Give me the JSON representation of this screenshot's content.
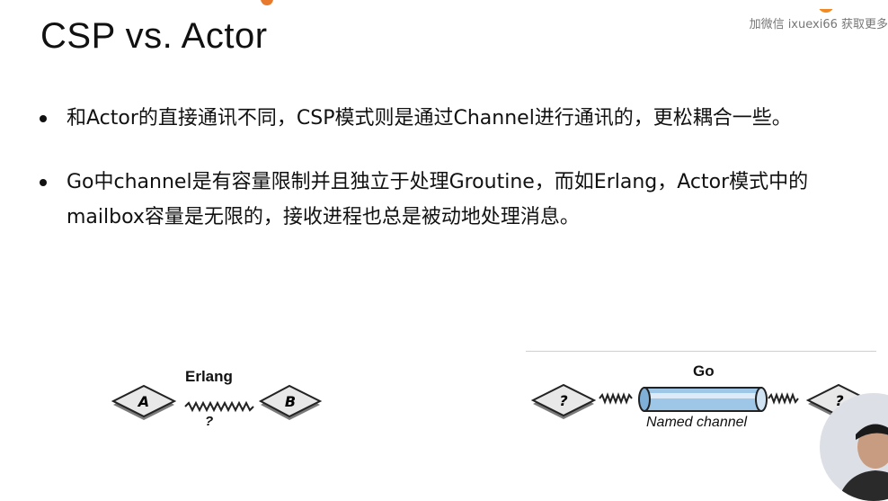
{
  "slide": {
    "title": "CSP vs. Actor",
    "watermark": "加微信 ixuexi66 获取更多",
    "bullets": [
      "和Actor的直接通讯不同，CSP模式则是通过Channel进行通讯的，更松耦合一些。",
      "Go中channel是有容量限制并且独立于处理Groutine，而如Erlang，Actor模式中的mailbox容量是无限的，接收进程也总是被动地处理消息。"
    ]
  },
  "diagram_erlang": {
    "title": "Erlang",
    "node_a": "A",
    "node_b": "B",
    "mailbox": "?"
  },
  "diagram_go": {
    "title": "Go",
    "channel_label": "Named channel",
    "node_left": "?",
    "node_right": "?"
  },
  "colors": {
    "accent": "#e87a2e",
    "channel": "#9ec6e6",
    "node": "#e8e8e8"
  }
}
